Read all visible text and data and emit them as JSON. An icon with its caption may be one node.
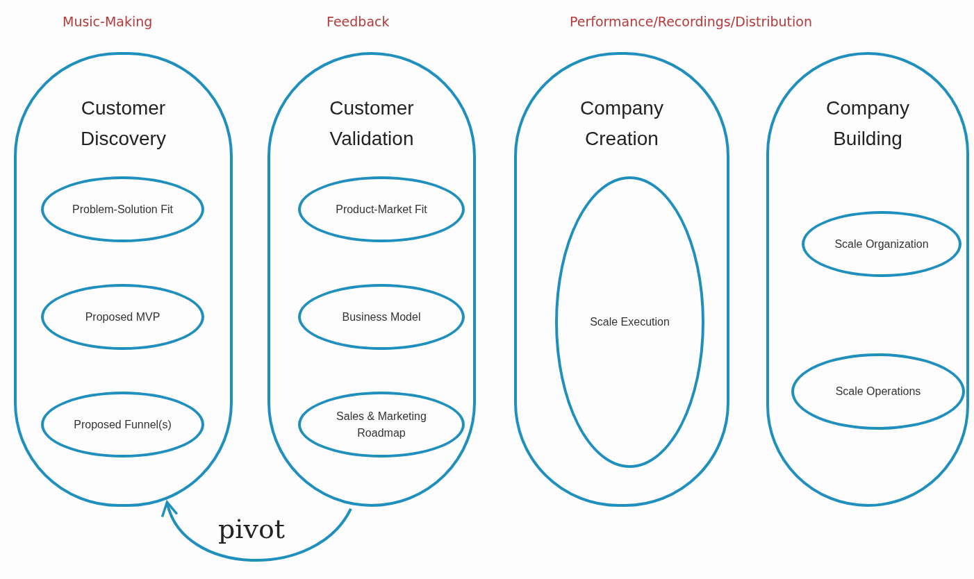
{
  "diagram": {
    "nodes": [
      {
        "text": [
          "Customer Discovery"
        ]
      },
      {
        "text": [
          "Problem-Solution Fit"
        ],
        "in": 0
      },
      {
        "text": [
          "Proposed MVP"
        ],
        "in": 0
      },
      {
        "text": [
          "Proposed Funnel(s)"
        ],
        "in": 0
      },
      {
        "text": [
          "Customer Validation"
        ]
      },
      {
        "text": [
          "Product-Market Fit"
        ],
        "in": 4
      },
      {
        "text": [
          "Business Model"
        ],
        "in": 4
      },
      {
        "text": [
          "Sales & Marketing Roadmap"
        ],
        "in": 4
      },
      {
        "text": [
          "Company Creation"
        ]
      },
      {
        "text": [
          "Scale Execution"
        ],
        "in": 8
      },
      {
        "text": [
          "Company Building"
        ]
      },
      {
        "text": [
          "Scale Organization"
        ],
        "in": 10
      },
      {
        "text": [
          "Scale Operations"
        ],
        "in": 10
      }
    ],
    "edges": [
      {
        "from": 4,
        "to": 0,
        "arrow": "to",
        "label": "pivot"
      }
    ],
    "labels": [
      "Music-Making",
      "Feedback",
      "Performance/Recordings/Distribution"
    ]
  }
}
